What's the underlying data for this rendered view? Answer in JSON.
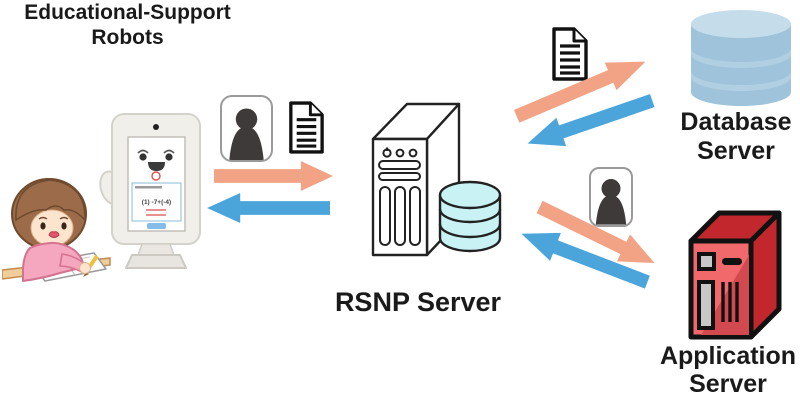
{
  "diagram": {
    "nodes": {
      "robots": {
        "label_line1": "Educational-Support",
        "label_line2": "Robots"
      },
      "rsnp_server": {
        "label": "RSNP Server"
      },
      "database_server": {
        "label_line1": "Database",
        "label_line2": "Server"
      },
      "application_server": {
        "label_line1": "Application",
        "label_line2": "Server"
      }
    },
    "robot_screen": {
      "math_problem": "(1) -7+(-4)"
    },
    "colors": {
      "arrow_orange": "#F2A386",
      "arrow_blue": "#4BA5DB",
      "db_body": "#9FC3DB",
      "db_top": "#C5DCEA",
      "db_divider": "#C0D8E8",
      "rsnp_cylinder": "#C9F2F4",
      "app_front": "#F2696C",
      "app_front_shade": "#D24A4F",
      "app_side": "#C1272D",
      "person_silhouette": "#3E3A39",
      "outline": "#1a1a1a"
    }
  }
}
